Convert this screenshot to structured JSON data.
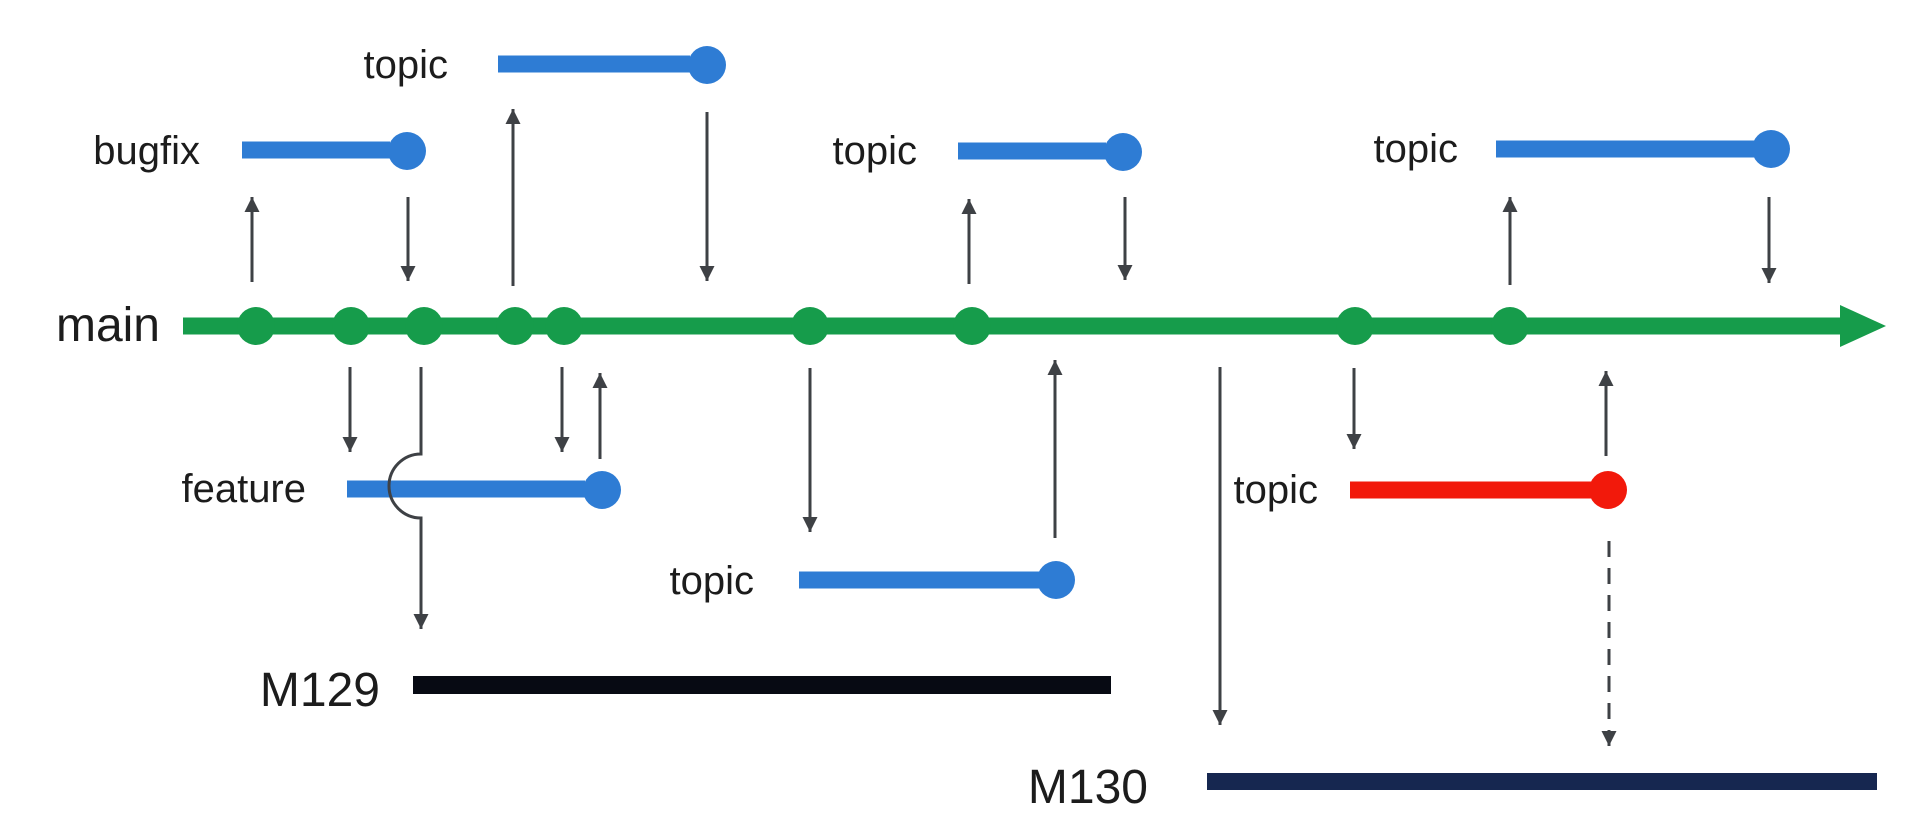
{
  "palette": {
    "main_color": "#169c4b",
    "branch_color": "#2e7cd4",
    "alert_branch_color": "#f2190b",
    "arrow_color": "#3e4145",
    "label_color": "#1c1c1c",
    "m129_bar_color": "#070a13",
    "m130_bar_color": "#162750",
    "background": "#ffffff"
  },
  "main_branch": {
    "label": "main",
    "commit_count": 9
  },
  "branches": [
    {
      "label": "bugfix"
    },
    {
      "label": "topic"
    },
    {
      "label": "topic"
    },
    {
      "label": "topic"
    },
    {
      "label": "feature"
    },
    {
      "label": "topic"
    },
    {
      "label": "topic"
    }
  ],
  "releases": [
    {
      "label": "M129"
    },
    {
      "label": "M130"
    }
  ]
}
